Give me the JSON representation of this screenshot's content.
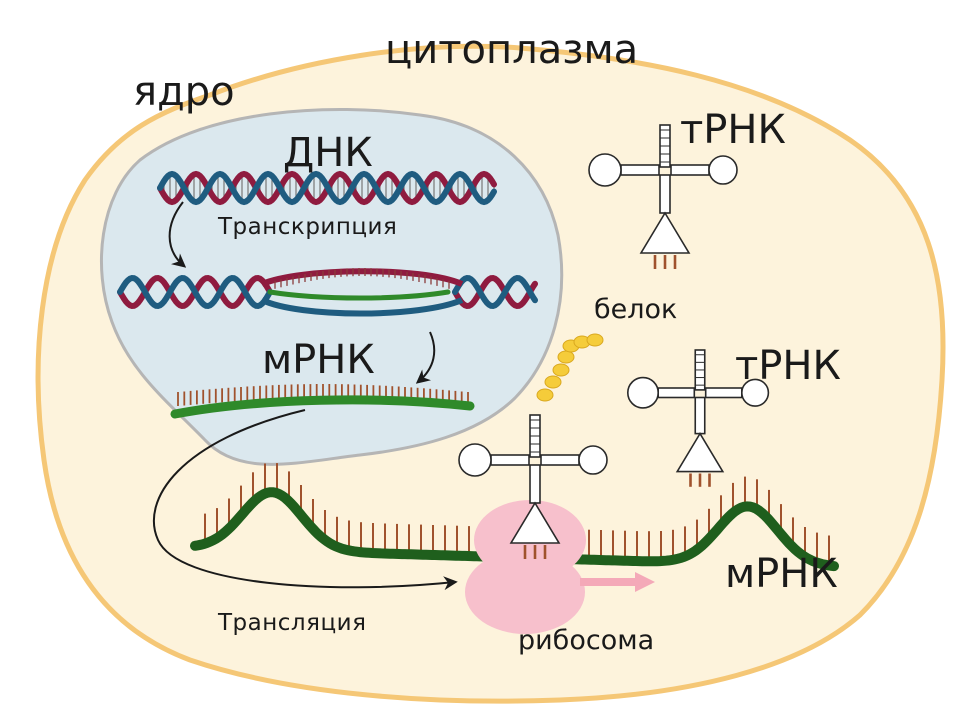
{
  "labels": {
    "cytoplasm": "цитоплазма",
    "nucleus": "ядро",
    "dna": "ДНК",
    "transcription": "Транскрипция",
    "mrna_nucleus": "мРНК",
    "trna_top": "тРНК",
    "trna_middle": "тРНК",
    "protein": "белок",
    "mrna_cytoplasm": "мРНК",
    "translation": "Трансляция",
    "ribosome": "рибосома"
  },
  "colors": {
    "cytoplasm_fill": "#fdf3dc",
    "cytoplasm_border": "#f5c776",
    "nucleus_fill": "#dbe8ee",
    "nucleus_border": "#b5b5b5",
    "dna_strand_red": "#8f1b3f",
    "dna_strand_blue": "#1f5c80",
    "mrna_green": "#2f8a2a",
    "mrna_dark_green": "#1f5f1d",
    "ribosome_pink": "#f7c0cc",
    "protein_yellow": "#f5cc3a",
    "base_teeth": "#a0522d"
  }
}
